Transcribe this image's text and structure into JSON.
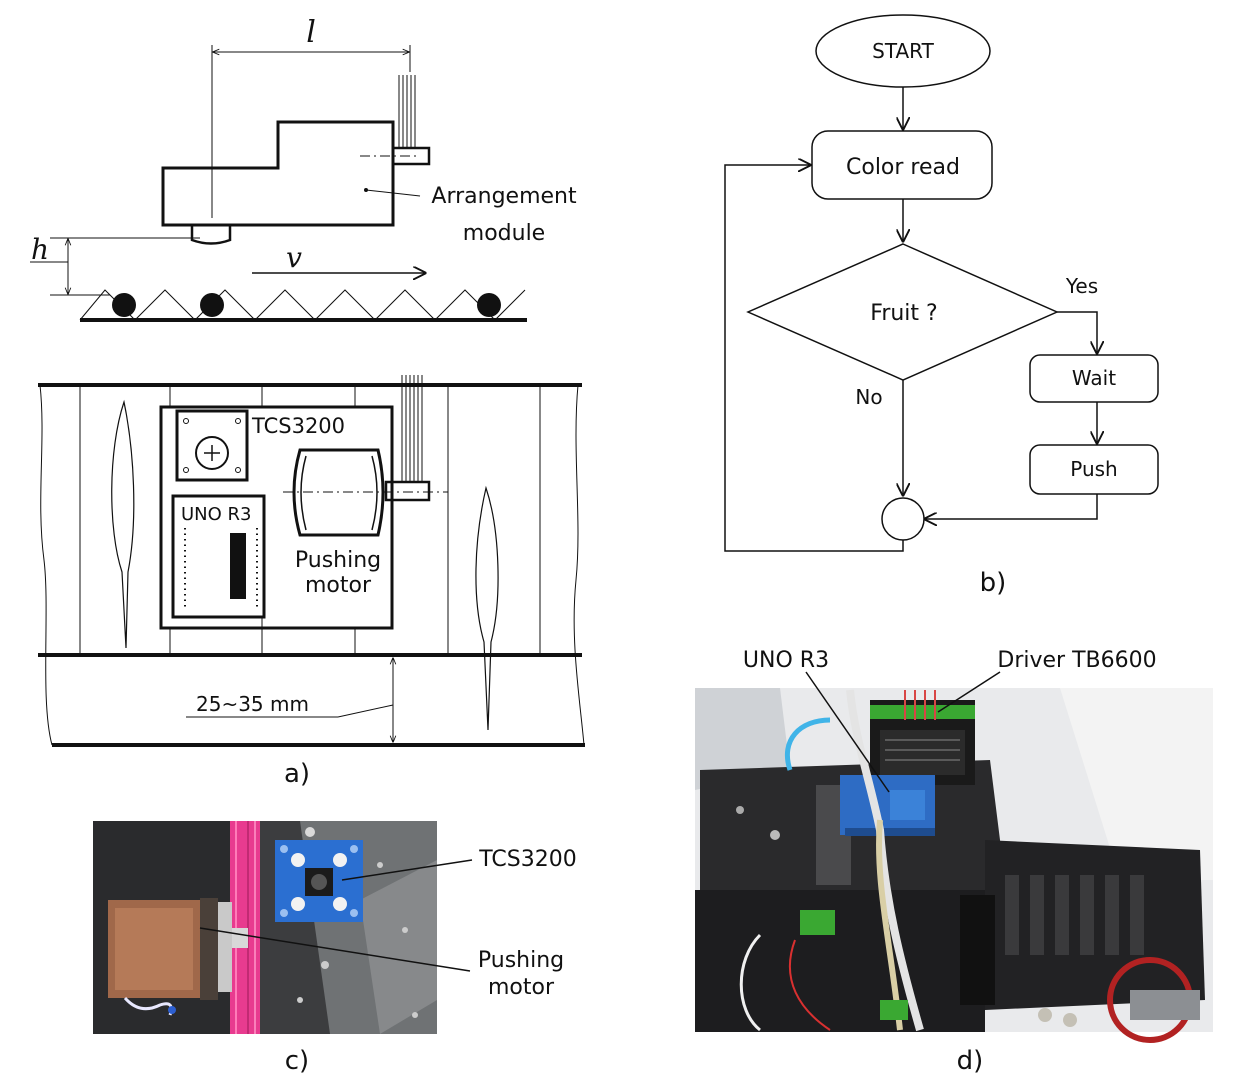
{
  "panel_a": {
    "caption": "a)",
    "dim_l": "l",
    "dim_h": "h",
    "speed_v": "v",
    "module_label_1": "Arrangement",
    "module_label_2": "module",
    "sensor_label": "TCS3200",
    "board_label": "UNO R3",
    "motor_label_1": "Pushing",
    "motor_label_2": "motor",
    "width_label": "25~35 mm"
  },
  "panel_b": {
    "caption": "b)",
    "start": "START",
    "color_read": "Color read",
    "decision": "Fruit ?",
    "yes": "Yes",
    "no": "No",
    "wait": "Wait",
    "push": "Push"
  },
  "panel_c": {
    "caption": "c)",
    "sensor_label": "TCS3200",
    "motor_label_1": "Pushing",
    "motor_label_2": "motor"
  },
  "panel_d": {
    "caption": "d)",
    "board_label": "UNO R3",
    "driver_label": "Driver TB6600"
  }
}
